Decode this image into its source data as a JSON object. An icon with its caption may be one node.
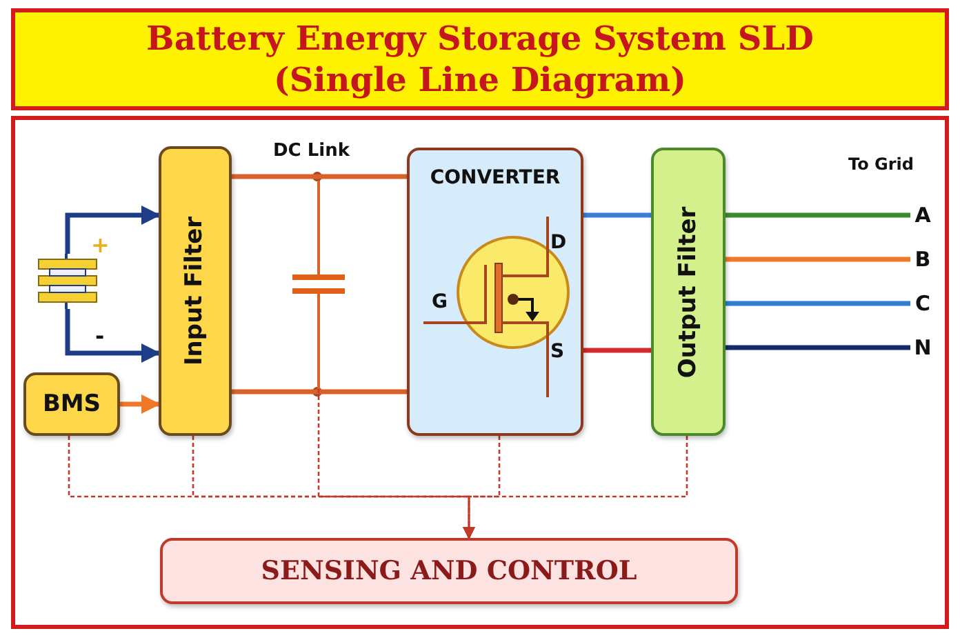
{
  "diagram": {
    "title": "Battery Energy Storage System SLD (Single Line Diagram)",
    "nodes": [
      {
        "text": [],
        "shape": "battery"
      },
      {
        "text": [
          "Input Filter"
        ]
      },
      {
        "text": [
          "BMS"
        ]
      },
      {
        "text": [
          "CONVERTER"
        ]
      },
      {
        "text": [
          "Output Filter"
        ]
      },
      {
        "text": [
          "A"
        ]
      },
      {
        "text": [
          "B"
        ]
      },
      {
        "text": [
          "C"
        ]
      },
      {
        "text": [
          "N"
        ]
      },
      {
        "text": [
          "SENSING AND CONTROL"
        ]
      },
      {
        "text": [],
        "shape": "capacitor"
      }
    ],
    "edges": [
      {
        "from": 0,
        "to": 1,
        "arrow": "to",
        "color": "#1f3c88"
      },
      {
        "from": 0,
        "to": 1,
        "arrow": "to",
        "color": "#1f3c88"
      },
      {
        "from": 2,
        "to": 1,
        "arrow": "to",
        "color": "#f07828"
      },
      {
        "from": 1,
        "to": 3,
        "arrow": "none",
        "color": "#d9622b"
      },
      {
        "from": 1,
        "to": 3,
        "arrow": "none",
        "color": "#d9622b"
      },
      {
        "from": 3,
        "to": 4,
        "arrow": "none",
        "color": "#3a7fd5"
      },
      {
        "from": 3,
        "to": 4,
        "arrow": "none",
        "color": "#d42a2a"
      },
      {
        "from": 4,
        "to": 5,
        "arrow": "none",
        "color": "#3d8b2f"
      },
      {
        "from": 4,
        "to": 6,
        "arrow": "none",
        "color": "#f07828"
      },
      {
        "from": 4,
        "to": 7,
        "arrow": "none",
        "color": "#2f7fd0"
      },
      {
        "from": 4,
        "to": 8,
        "arrow": "none",
        "color": "#142a6b"
      },
      {
        "from": 2,
        "to": 9,
        "arrow": "to",
        "style": "dashed",
        "color": "#c0392b"
      },
      {
        "from": 1,
        "to": 9,
        "arrow": "to",
        "style": "dashed",
        "color": "#c0392b"
      },
      {
        "from": 10,
        "to": 9,
        "arrow": "to",
        "style": "dashed",
        "color": "#c0392b"
      },
      {
        "from": 3,
        "to": 9,
        "arrow": "to",
        "style": "dashed",
        "color": "#c0392b"
      },
      {
        "from": 4,
        "to": 9,
        "arrow": "to",
        "style": "dashed",
        "color": "#c0392b"
      }
    ],
    "labels": [
      "DC Link",
      "To Grid",
      "+",
      "G",
      "D",
      "S",
      "-"
    ]
  }
}
